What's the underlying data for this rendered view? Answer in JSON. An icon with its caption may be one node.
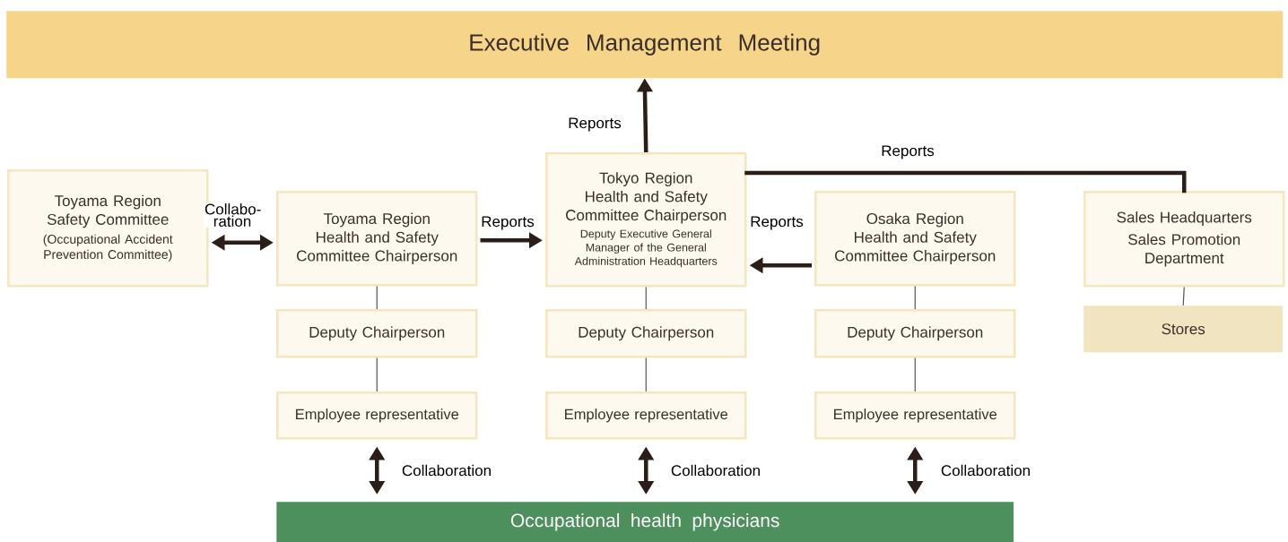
{
  "diagram": {
    "nodes": [
      {
        "text": [
          "Executive Management Meeting"
        ]
      },
      {
        "text": [
          "Toyama Region Safety Committee",
          "(Occupational Accident Prevention Committee)"
        ]
      },
      {
        "text": [
          "Toyama Region Health and Safety Committee Chairperson"
        ]
      },
      {
        "text": [
          "Tokyo Region Health and Safety Committee Chairperson",
          "Deputy Executive General Manager of the General Administration Headquarters"
        ]
      },
      {
        "text": [
          "Osaka Region Health and Safety Committee Chairperson"
        ]
      },
      {
        "text": [
          "Sales Headquarters",
          "Sales Promotion Department"
        ]
      },
      {
        "text": [
          "Deputy Chairperson"
        ]
      },
      {
        "text": [
          "Deputy Chairperson"
        ]
      },
      {
        "text": [
          "Deputy Chairperson"
        ]
      },
      {
        "text": [
          "Stores"
        ]
      },
      {
        "text": [
          "Employee representative"
        ]
      },
      {
        "text": [
          "Employee representative"
        ]
      },
      {
        "text": [
          "Employee representative"
        ]
      },
      {
        "text": [
          "Occupational health physicians"
        ]
      }
    ],
    "edges": [
      {
        "from": 3,
        "to": 0,
        "arrow": "to",
        "label": "Reports"
      },
      {
        "from": 3,
        "to": 5,
        "arrow": "none",
        "label": "Reports"
      },
      {
        "from": 1,
        "to": 2,
        "arrow": "both",
        "label": "Collabo- ration"
      },
      {
        "from": 2,
        "to": 3,
        "arrow": "to",
        "label": "Reports"
      },
      {
        "from": 4,
        "to": 3,
        "arrow": "to",
        "label": "Reports"
      },
      {
        "from": 2,
        "to": 6,
        "arrow": "none",
        "color": "#555555"
      },
      {
        "from": 6,
        "to": 10,
        "arrow": "none",
        "color": "#555555"
      },
      {
        "from": 3,
        "to": 7,
        "arrow": "none",
        "color": "#555555"
      },
      {
        "from": 7,
        "to": 11,
        "arrow": "none",
        "color": "#555555"
      },
      {
        "from": 4,
        "to": 8,
        "arrow": "none",
        "color": "#555555"
      },
      {
        "from": 8,
        "to": 12,
        "arrow": "none",
        "color": "#555555"
      },
      {
        "from": 5,
        "to": 9,
        "arrow": "none",
        "color": "#555555"
      },
      {
        "from": 10,
        "to": 13,
        "arrow": "both",
        "label": "Collaboration"
      },
      {
        "from": 11,
        "to": 13,
        "arrow": "both",
        "label": "Collaboration"
      },
      {
        "from": 12,
        "to": 13,
        "arrow": "both",
        "label": "Collaboration"
      }
    ]
  }
}
